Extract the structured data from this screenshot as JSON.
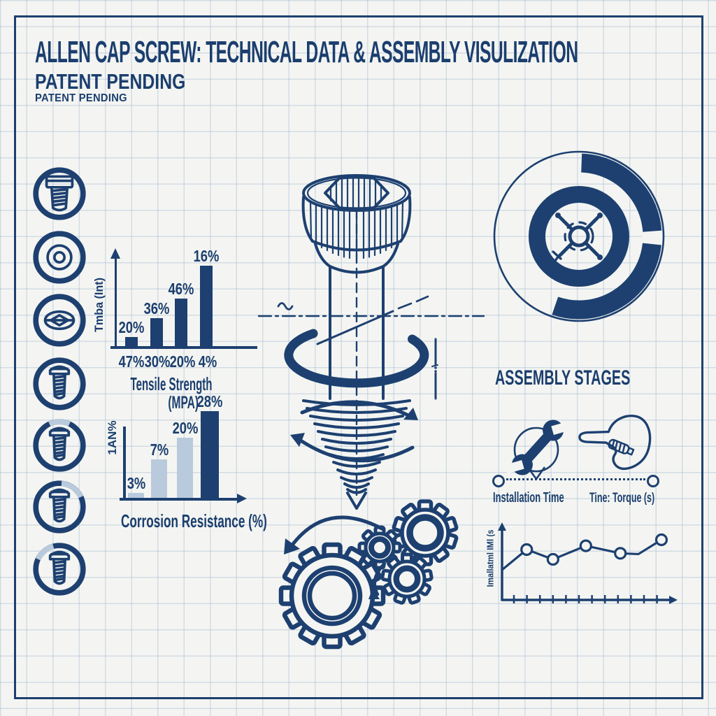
{
  "header": {
    "title": "ALLEN CAP SCREW: TECHNICAL DATA & ASSEMBLY VISULIZATION",
    "patent_line1": "PATENT PENDING",
    "patent_line2": "PATENT PENDING"
  },
  "colors": {
    "navy": "#1d4070",
    "navy_text": "#1b3e6e",
    "light_bar": "#b9cadc",
    "paper": "#f4f5f2",
    "grid": "#ccd8e4"
  },
  "sidebar": {
    "icons": [
      {
        "name": "hex-bolt",
        "ring_gap": "none"
      },
      {
        "name": "washer",
        "ring_gap": "none"
      },
      {
        "name": "oval-head-screw",
        "ring_gap": "none"
      },
      {
        "name": "pan-head-screw",
        "ring_gap": "none"
      },
      {
        "name": "pan-head-screw",
        "ring_gap": "top"
      },
      {
        "name": "pan-head-screw",
        "ring_gap": "top-right"
      },
      {
        "name": "pan-head-screw",
        "ring_gap": "top-left"
      }
    ]
  },
  "chart_data": [
    {
      "type": "bar",
      "title": "Tensile Strength",
      "title_line2": "(MPA)",
      "ylabel": "Tmba (Int)",
      "categories": [
        "47%",
        "30%",
        "20%",
        "4%"
      ],
      "bars": [
        {
          "label": "20%",
          "value": 11
        },
        {
          "label": "36%",
          "value": 35
        },
        {
          "label": "46%",
          "value": 59
        },
        {
          "label": "16%",
          "value": 100
        }
      ],
      "legend": "none",
      "grid": "off"
    },
    {
      "type": "bar",
      "title": "Corrosion Resistance (%)",
      "ylabel": "1AN%",
      "bars": [
        {
          "label": "3%",
          "value": 6,
          "color": "light"
        },
        {
          "label": "7%",
          "value": 44,
          "color": "light"
        },
        {
          "label": "20%",
          "value": 69,
          "color": "light"
        },
        {
          "label": "28%",
          "value": 100,
          "color": "navy"
        }
      ],
      "legend": "none",
      "grid": "off"
    },
    {
      "type": "line",
      "ylabel": "Imallatml IMl (s",
      "x_range": [
        0,
        100
      ],
      "y_range": [
        0,
        100
      ],
      "points": [
        [
          0,
          40
        ],
        [
          15,
          67
        ],
        [
          31,
          54
        ],
        [
          51,
          72
        ],
        [
          72,
          62
        ],
        [
          83,
          61
        ],
        [
          97,
          80
        ]
      ],
      "marker_indices": [
        1,
        2,
        3,
        4,
        6
      ],
      "legend": "none",
      "grid": "off"
    }
  ],
  "assembly": {
    "heading": "ASSEMBLY STAGES",
    "label_left": "Installation Time",
    "label_right": "Tine: Torque (s)"
  }
}
